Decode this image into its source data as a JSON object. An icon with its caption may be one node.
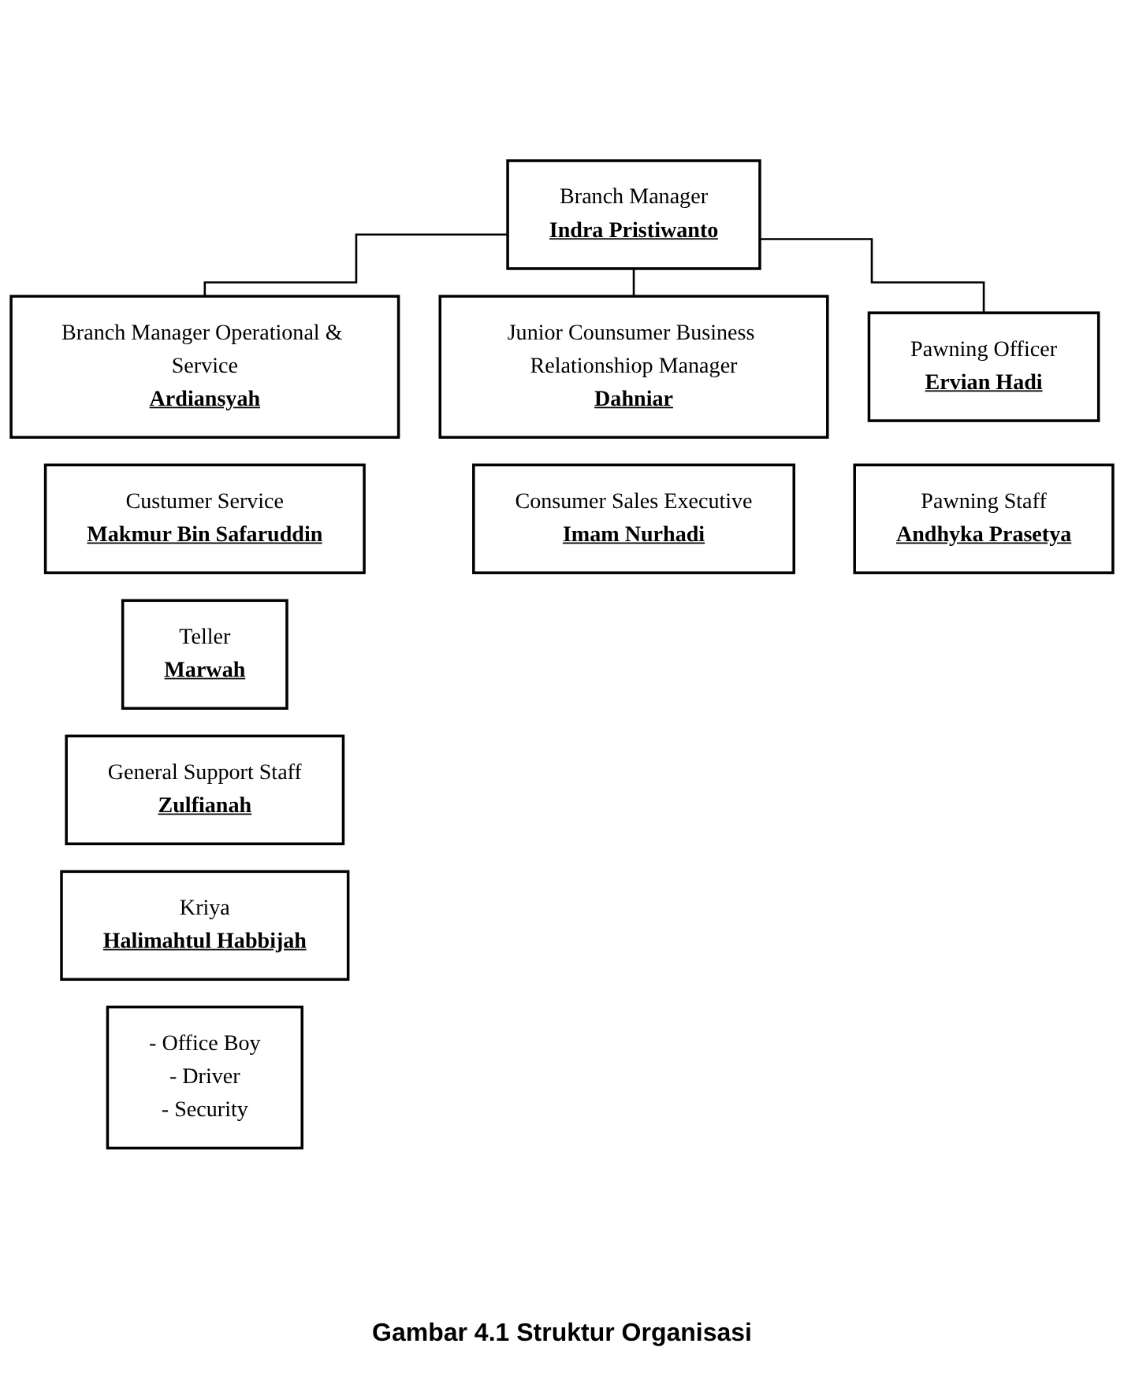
{
  "diagram": {
    "caption": "Gambar 4.1 Struktur Organisasi",
    "nodes": [
      {
        "text": [
          "Branch Manager",
          "Indra Pristiwanto"
        ]
      },
      {
        "text": [
          "Branch Manager Operational & Service",
          "Ardiansyah"
        ]
      },
      {
        "text": [
          "Junior Counsumer Business Relationshiop Manager",
          "Dahniar"
        ]
      },
      {
        "text": [
          "Pawning Officer",
          "Ervian Hadi"
        ]
      },
      {
        "text": [
          "Custumer Service",
          "Makmur Bin Safaruddin"
        ]
      },
      {
        "text": [
          "Consumer Sales Executive",
          "Imam Nurhadi"
        ]
      },
      {
        "text": [
          "Pawning Staff",
          "Andhyka Prasetya"
        ]
      },
      {
        "text": [
          "Teller",
          "Marwah"
        ]
      },
      {
        "text": [
          "General Support Staff",
          "Zulfianah"
        ]
      },
      {
        "text": [
          "Kriya",
          "Halimahtul Habbijah"
        ]
      },
      {
        "text": [
          "- Office Boy",
          "- Driver",
          "- Security"
        ]
      }
    ],
    "edges": [
      {
        "from": 0,
        "to": 1,
        "arrow": "none"
      },
      {
        "from": 0,
        "to": 2,
        "arrow": "none"
      },
      {
        "from": 0,
        "to": 3,
        "arrow": "none"
      }
    ]
  }
}
